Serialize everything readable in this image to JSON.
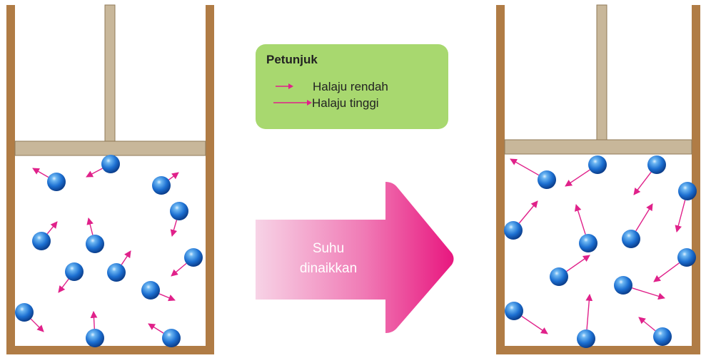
{
  "legend": {
    "title": "Petunjuk",
    "low_speed_label": "Halaju rendah",
    "high_speed_label": "Halaju tinggi"
  },
  "process_arrow": {
    "line1": "Suhu",
    "line2": "dinaikkan"
  },
  "colors": {
    "container_wall": "#b07c45",
    "piston": "#c8b79a",
    "molecule": "#1c6fd1",
    "velocity_arrow": "#e0218a",
    "legend_bg": "#a8d86f",
    "arrow_dark": "#e8177f",
    "arrow_light": "#f7d3e6"
  },
  "icons": {
    "molecule": "blue-sphere-icon",
    "velocity": "pink-arrow-icon"
  }
}
